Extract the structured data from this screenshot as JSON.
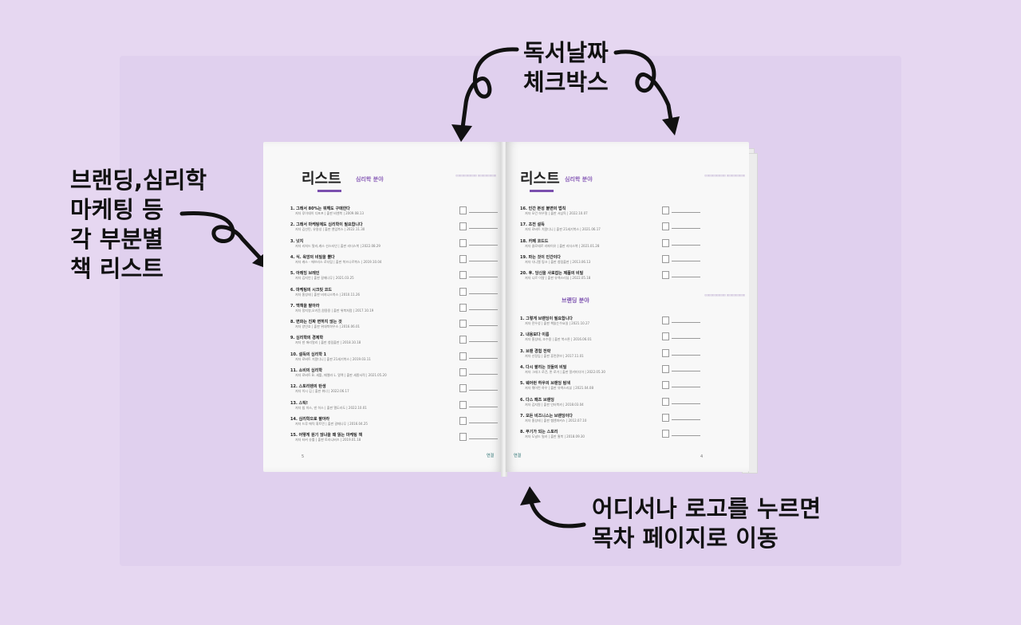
{
  "annotations": {
    "left": "브랜딩,심리학\n마케팅 등\n각 부분별\n책 리스트",
    "top": "독서날짜\n체크박스",
    "bottom": "어디서나 로고를 누르면\n목차 페이지로 이동"
  },
  "book": {
    "left_page": {
      "title": "리스트",
      "subtitle": "심리학 분야",
      "page_number": "5",
      "items": [
        {
          "title": "1. 그래서 80%는 뭐해도 구매한다",
          "meta": "저자 루이데이 디포프 | 출판 비앤북 | 2009.08.13"
        },
        {
          "title": "2. 그래서 마케팅에도 심리학이 필요합니다",
          "meta": "저자 김선민, 유용성 | 출판 앤입북스 | 2022.11.30"
        },
        {
          "title": "3. 넛지",
          "meta": "저자 리처드 탈러,캐스 선스타인 | 출판 리더스북 | 2022.08.29"
        },
        {
          "title": "4. 식. 욕망의 비밀을 뿔다",
          "meta": "저자 캐스 - 애브리스 로더탐 | 출판 북즈나르북스 | 2019.10.04"
        },
        {
          "title": "5. 아레밍 브레인",
          "meta": "저자 김지언 | 출판 갈매나무 | 2021.03.25"
        },
        {
          "title": "6. 마케팅의 시크릿 코드",
          "meta": "저자 홍성태 | 출판 비지니스북스 | 2010.11.26"
        },
        {
          "title": "7. 백책을 팔아라",
          "meta": "저자 정지영,오키운,원용용 | 출판 위북처럼 | 2017.10.19"
        },
        {
          "title": "8. 변화는 진짜 변하지 않는 것",
          "meta": "저자 양민호 | 출판 위대북하우스 | 2016.06.01"
        },
        {
          "title": "9. 심리학의 경제학",
          "meta": "저자 댄 애리얼리 | 출판 청림출판 | 2018.10.18"
        },
        {
          "title": "10. 설득의 심리학 1",
          "meta": "저자 로버트 치알디니 | 출판 21세기북스 | 2019.03.11"
        },
        {
          "title": "11. 소비의 심리학",
          "meta": "저자 로버트 B. 세틀, 패멜라 L. 알렉 | 출판 세종서적 | 2021.05.20"
        },
        {
          "title": "12. 스토리텐의 탄생",
          "meta": "저자 이시 김 | 출판 위너 | 2022.06.17"
        },
        {
          "title": "13. 스틱!",
          "meta": "저자 칩 히스, 댄 히스 | 출판 엘도라도 | 2022.10.01"
        },
        {
          "title": "14. 심리학으로 팔아라",
          "meta": "저자 드루 에릭 휘트먼 | 출판 갈매나무 | 2016.04.25"
        },
        {
          "title": "15. 어떻게 원기 않냐을 때 읽는 마케팅 책",
          "meta": "저자 터커 슈톨 | 출판 토라니버즈 | 2019.01.18"
        }
      ]
    },
    "right_page": {
      "title": "리스트",
      "subtitle": "심리학 분야",
      "section2": "브랜딩 분야",
      "page_number": "4",
      "logo": "연결",
      "items_a": [
        {
          "title": "16. 인간 본성 불변의 법칙",
          "meta": "저자 모건 하우절 | 출판 서삼독 | 2022.10.07"
        },
        {
          "title": "17. 초전 설득",
          "meta": "저자 로버트 치알디니 | 출판 21세기북스 | 2021.06.17"
        },
        {
          "title": "18. 카페 코드드",
          "meta": "저자 클로테르 라파이유 | 출판 리더스북 | 2021.01.28"
        },
        {
          "title": "19. 파는 것이 인간이다",
          "meta": "저자 다니엘 핑크 | 출판 청림출판 | 2013.06.13"
        },
        {
          "title": "20. 후. 당신을 사로잡는 제품의 비밀",
          "meta": "저자 니르 이얄 | 출판 유엑스리뷰 | 2022.05.18"
        }
      ],
      "items_b": [
        {
          "title": "1. 그렇게 브랜딩이 필요합니다",
          "meta": "저자 전우성 | 출판 책읽는수요일 | 2021.10.27"
        },
        {
          "title": "2. 내용보다 이름",
          "meta": "저자 홍성태, 조수용 | 출판 북스톤 | 2016.06.01"
        },
        {
          "title": "3. 브랜 경험 전략",
          "meta": "저자 신정임 | 출판 휴먼큐브 | 2017.11.01"
        },
        {
          "title": "4. 다시 팔리는 것들의 비밀",
          "meta": "저자 그레그 로건, 톤 로거 | 출판 알키미디어 | 2022.05.30"
        },
        {
          "title": "5. 웨어런 하우의 브랜딩 탐색",
          "meta": "저자 웨어런 하우 | 출판 유엑스리뷰 | 2021.04.08"
        },
        {
          "title": "6. 다스 패츠 브랜딩",
          "meta": "저자 김지원 | 출판 인터북카 | 2018.03.04"
        },
        {
          "title": "7. 모든 비즈니스는 브랜딩이다",
          "meta": "저자 홍성태 | 출판 쌤앤파커스 | 2012.07.10"
        },
        {
          "title": "8. 무기가 되는 스토리",
          "meta": "저자 도널드 밀러 | 출판 윌북 | 2018.09.30"
        }
      ]
    }
  },
  "colors": {
    "background": "#e6d7f1",
    "accent": "#7a4fae"
  }
}
